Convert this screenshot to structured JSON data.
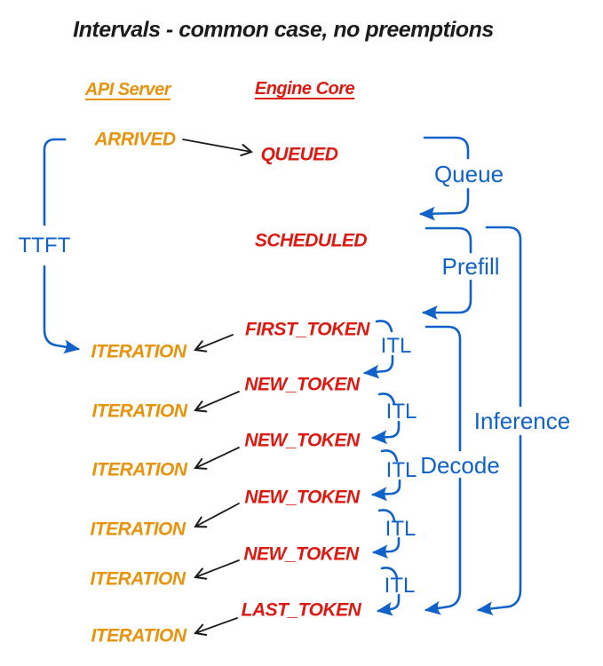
{
  "title": "Intervals - common case, no preemptions",
  "columns": [
    {
      "label": "API Server",
      "color": "#e8930c"
    },
    {
      "label": "Engine Core",
      "color": "#dc1a12"
    }
  ],
  "lifecycle": {
    "arrived": "ARRIVED",
    "queued": "QUEUED",
    "scheduled": "SCHEDULED"
  },
  "token_rows": [
    {
      "engine_event": "FIRST_TOKEN",
      "api_event": "ITERATION"
    },
    {
      "engine_event": "NEW_TOKEN",
      "api_event": "ITERATION"
    },
    {
      "engine_event": "NEW_TOKEN",
      "api_event": "ITERATION"
    },
    {
      "engine_event": "NEW_TOKEN",
      "api_event": "ITERATION"
    },
    {
      "engine_event": "NEW_TOKEN",
      "api_event": "ITERATION"
    },
    {
      "engine_event": "LAST_TOKEN",
      "api_event": "ITERATION"
    }
  ],
  "intervals": {
    "ttft": "TTFT",
    "queue": "Queue",
    "prefill": "Prefill",
    "decode": "Decode",
    "inference": "Inference",
    "itl_labels": [
      "ITL",
      "ITL",
      "ITL",
      "ITL",
      "ITL"
    ]
  },
  "colors": {
    "api_orange": "#e8930c",
    "engine_red": "#dc1a12",
    "interval_blue": "#1062c8",
    "arrow_black": "#1c1c1c",
    "background": "#ffffff"
  }
}
